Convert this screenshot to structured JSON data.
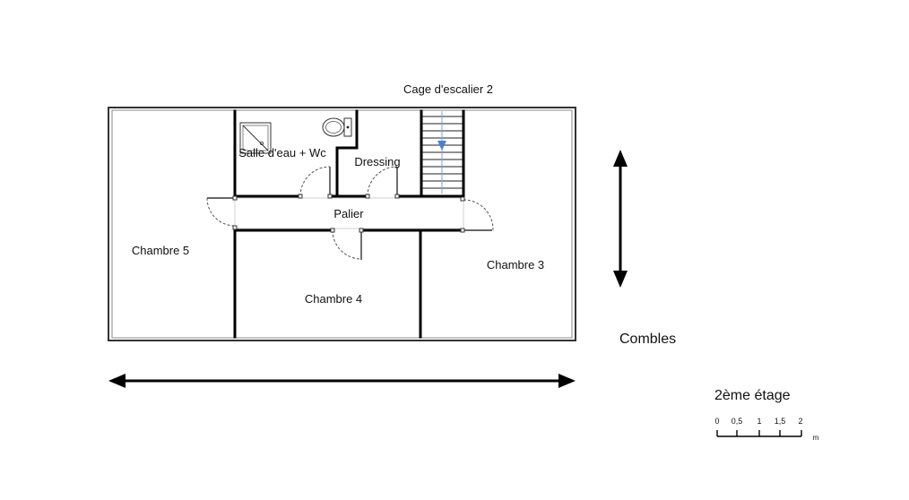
{
  "plan": {
    "level": "2ème étage",
    "rooms": {
      "stairwell": "Cage d'escalier 2",
      "bathroom": "Salle d'eau + Wc",
      "dressing": "Dressing",
      "landing": "Palier",
      "bedroom_5": "Chambre 5",
      "bedroom_4": "Chambre 4",
      "bedroom_3": "Chambre 3"
    },
    "attic": "Combles",
    "scale": {
      "ticks": [
        "0",
        "0,5",
        "1",
        "1,5",
        "2"
      ],
      "unit": "m"
    }
  },
  "icons": {
    "shower": "shower-icon",
    "toilet": "toilet-icon",
    "stair_direction": "arrow-down-icon",
    "width_dimension": "double-arrow-horizontal-icon",
    "depth_dimension": "double-arrow-vertical-icon"
  },
  "colors": {
    "wall": "#000000",
    "outer_wall": "#333333",
    "door_swing": "#555555",
    "stair_arrow": "#4a7fd4",
    "background": "#ffffff"
  }
}
